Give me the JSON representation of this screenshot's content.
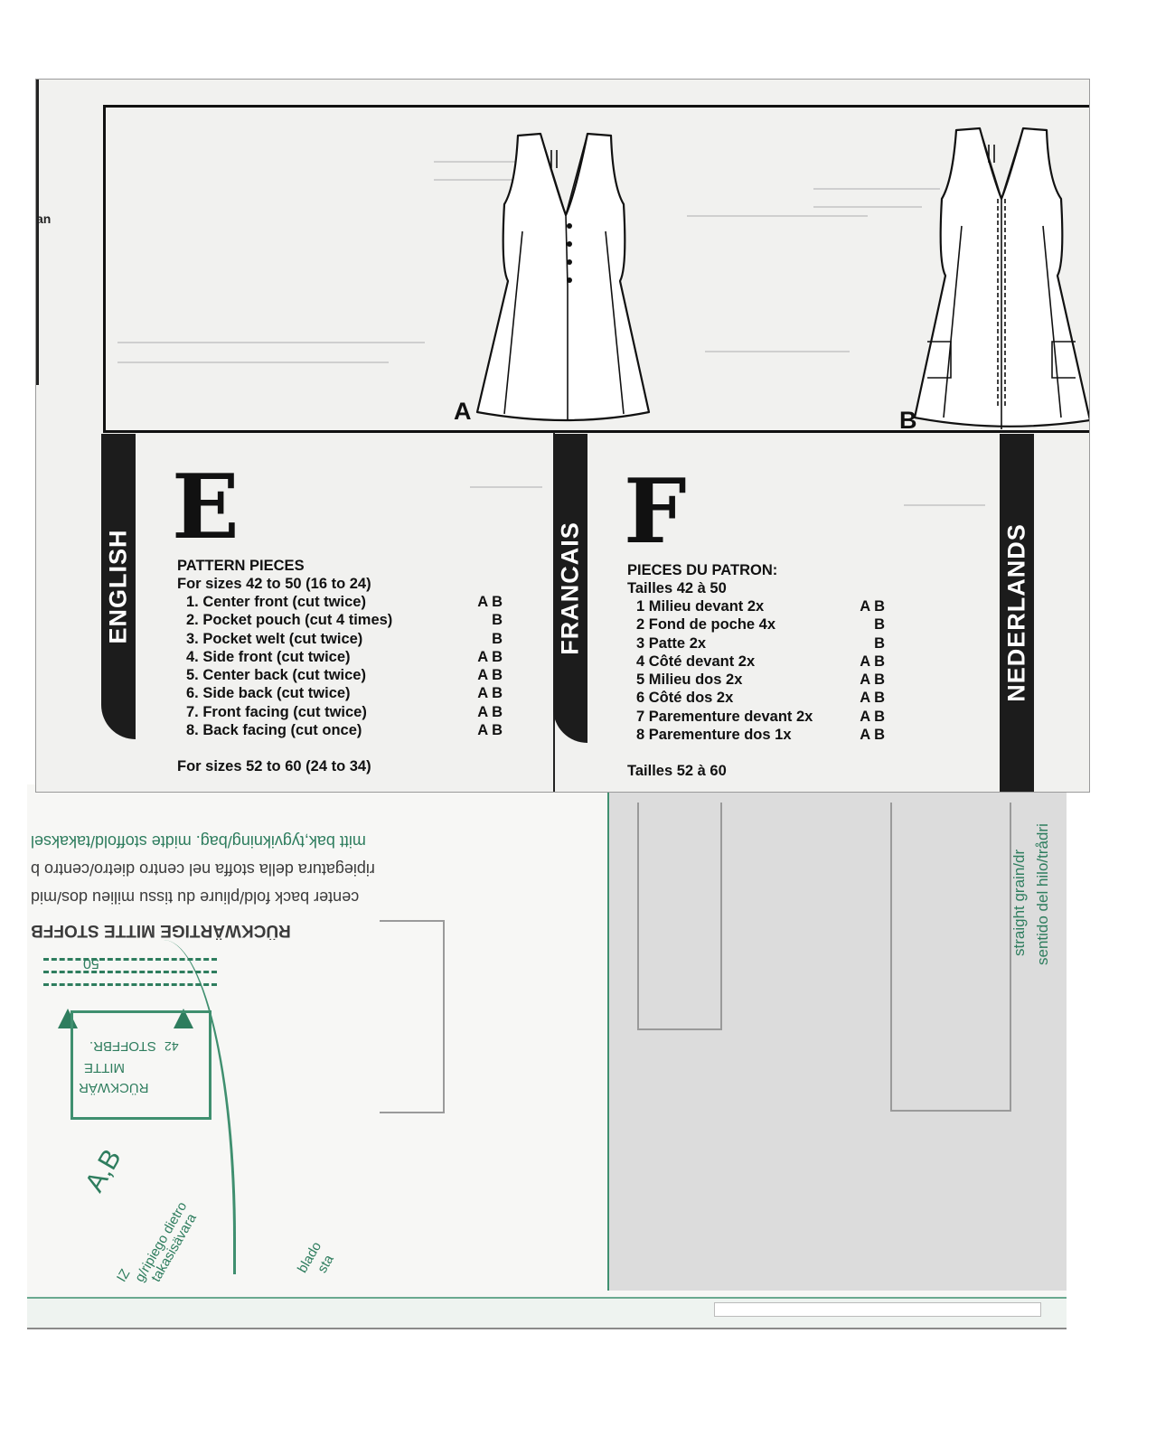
{
  "pattern_tissue": {
    "fold_lines": [
      "mitt bak,tygvikning/bag. midte stoffold/takaksel",
      "ripiegatura della stoffa nel centro dietro/centro b",
      "center back fold/pliure du tissu milieu dos/mid",
      "RÜCKWÄRTIGE MITTE STOFFB"
    ],
    "size_50": "50",
    "size_42": "42",
    "box_label": [
      "RÜCKWÄR",
      "MITTE",
      "STOFFBR."
    ],
    "piece_label": "A,B",
    "diagonal_fragments": [
      "IZ",
      "g/ripiego dietro",
      "takasisävara",
      "blado",
      "sta"
    ],
    "grain_lines": [
      "straight grain/dr",
      "sentido del hilo/trådri"
    ],
    "accent_color": "#2e7d5e"
  },
  "instruction_sheet": {
    "edge_fragment": "an",
    "views": [
      {
        "label": "A"
      },
      {
        "label": "B"
      }
    ],
    "english": {
      "banner": "ENGLISH",
      "letter": "E",
      "heading": "PATTERN PIECES",
      "subheading": "For sizes 42 to 50 (16 to 24)",
      "pieces": [
        {
          "name": "1. Center front (cut twice)",
          "views": "A B"
        },
        {
          "name": "2. Pocket pouch (cut 4 times)",
          "views": "B"
        },
        {
          "name": "3. Pocket welt (cut twice)",
          "views": "B"
        },
        {
          "name": "4. Side front (cut twice)",
          "views": "A B"
        },
        {
          "name": "5. Center back (cut twice)",
          "views": "A B"
        },
        {
          "name": "6. Side back (cut twice)",
          "views": "A B"
        },
        {
          "name": "7. Front facing (cut twice)",
          "views": "A B"
        },
        {
          "name": "8. Back facing (cut once)",
          "views": "A B"
        }
      ],
      "footer": "For sizes 52 to 60 (24 to 34)"
    },
    "francais": {
      "banner": "FRANCAIS",
      "letter": "F",
      "heading": "PIECES DU PATRON:",
      "subheading": "Tailles 42 à 50",
      "pieces": [
        {
          "name": "1 Milieu devant 2x",
          "views": "A B"
        },
        {
          "name": "2 Fond de poche 4x",
          "views": "B"
        },
        {
          "name": "3 Patte 2x",
          "views": "B"
        },
        {
          "name": "4 Côté devant 2x",
          "views": "A B"
        },
        {
          "name": "5 Milieu dos 2x",
          "views": "A B"
        },
        {
          "name": "6 Côté dos 2x",
          "views": "A B"
        },
        {
          "name": "7 Parementure devant 2x",
          "views": "A B"
        },
        {
          "name": "8 Parementure dos 1x",
          "views": "A B"
        }
      ],
      "footer": "Tailles 52 à 60"
    },
    "nederlands": {
      "banner": "NEDERLANDS"
    }
  }
}
